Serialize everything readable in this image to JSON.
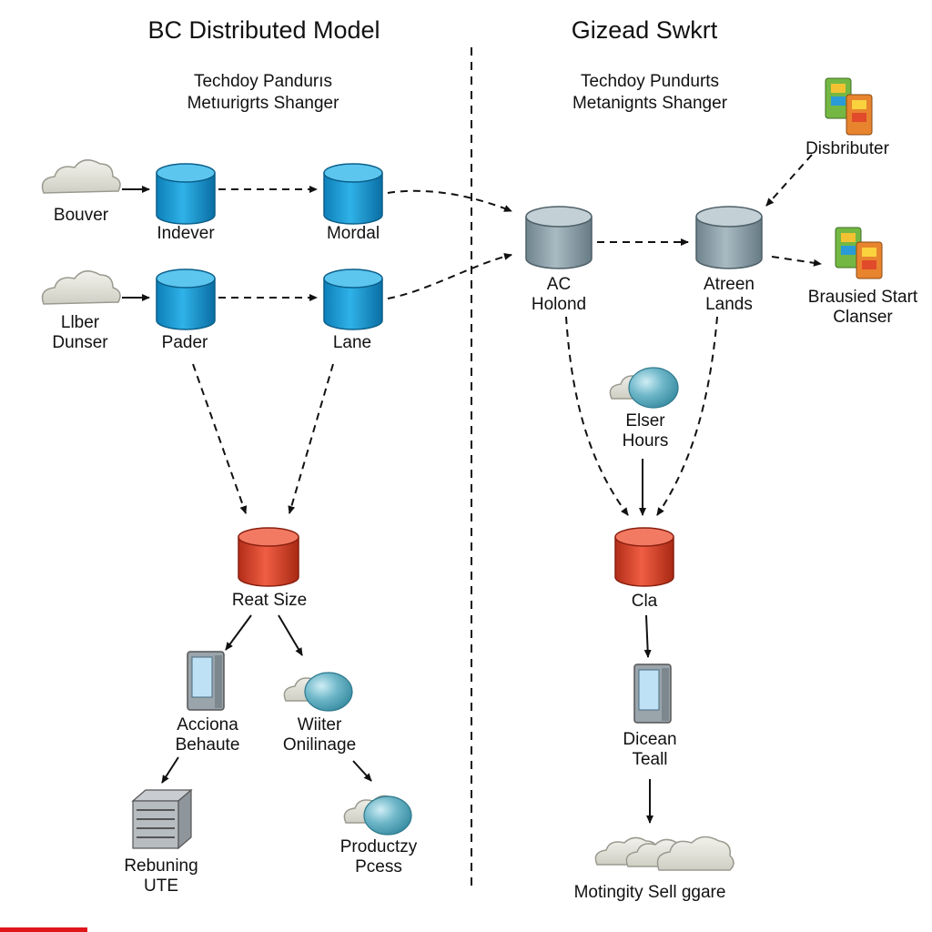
{
  "left": {
    "title": "BC Distributed Model",
    "subtitle": "Techdoy Pandurıs\nMetıurigrts Shanger",
    "nodes": {
      "bouver": "Bouver",
      "liber": "Llber\nDunser",
      "indever": "Indever",
      "mordal": "Mordal",
      "pader": "Pader",
      "lane": "Lane",
      "reat_size": "Reat Size",
      "acciona": "Acciona\nBehaute",
      "wiiter": "Wiiter\nOnilinage",
      "rebuning": "Rebuning\nUTE",
      "productzy": "Productzy\nPcess"
    }
  },
  "right": {
    "title": "Gizead Swkrt",
    "subtitle": "Techdoy Pundurts\nMetanignts Shanger",
    "nodes": {
      "disbributer": "Disbributer",
      "ac_holond": "AC\nHolond",
      "atreen_lands": "Atreen\nLands",
      "brausied": "Brausied Start\nClanser",
      "elser_hours": "Elser\nHours",
      "cla": "Cla",
      "dicean_teall": "Dicean\nTeall",
      "motingity": "Motingity Sell ɡgare"
    }
  },
  "colors": {
    "blue_db": "#1fa0d8",
    "gray_db": "#8fa3ad",
    "red_db": "#d9452e",
    "accent_bar": "#e0161b"
  }
}
